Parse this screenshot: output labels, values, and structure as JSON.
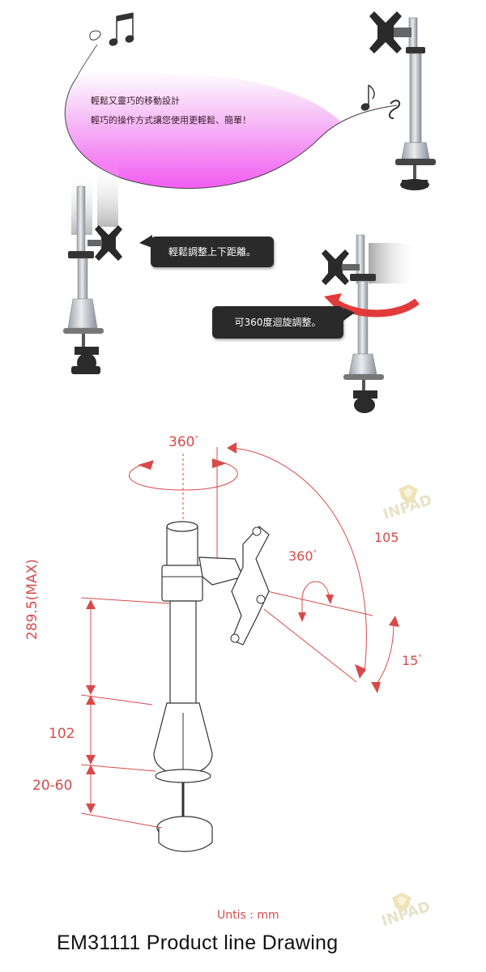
{
  "intro": {
    "line1": "輕鬆又靈巧的移動設計",
    "line2": "輕巧的操作方式讓您使用更輕鬆、簡單！"
  },
  "callouts": {
    "height": "輕鬆調整上下距離。",
    "rotate": "可360度迴旋調整。"
  },
  "dimensions": {
    "top_rotation": "360",
    "tilt_arc": "105",
    "swivel": "360",
    "tilt_down": "15",
    "pole_height": "289.5(MAX)",
    "base_height": "102",
    "clamp_range": "20-60"
  },
  "watermark": "INPAD",
  "units_label": "Untis : mm",
  "title": "EM31111 Product  line Drawing",
  "colors": {
    "accent_red": "#d84a4a",
    "pink_gradient_start": "#f25cf2",
    "bubble_bg": "#2a2a2a",
    "watermark_gold": "#e8d89a"
  }
}
